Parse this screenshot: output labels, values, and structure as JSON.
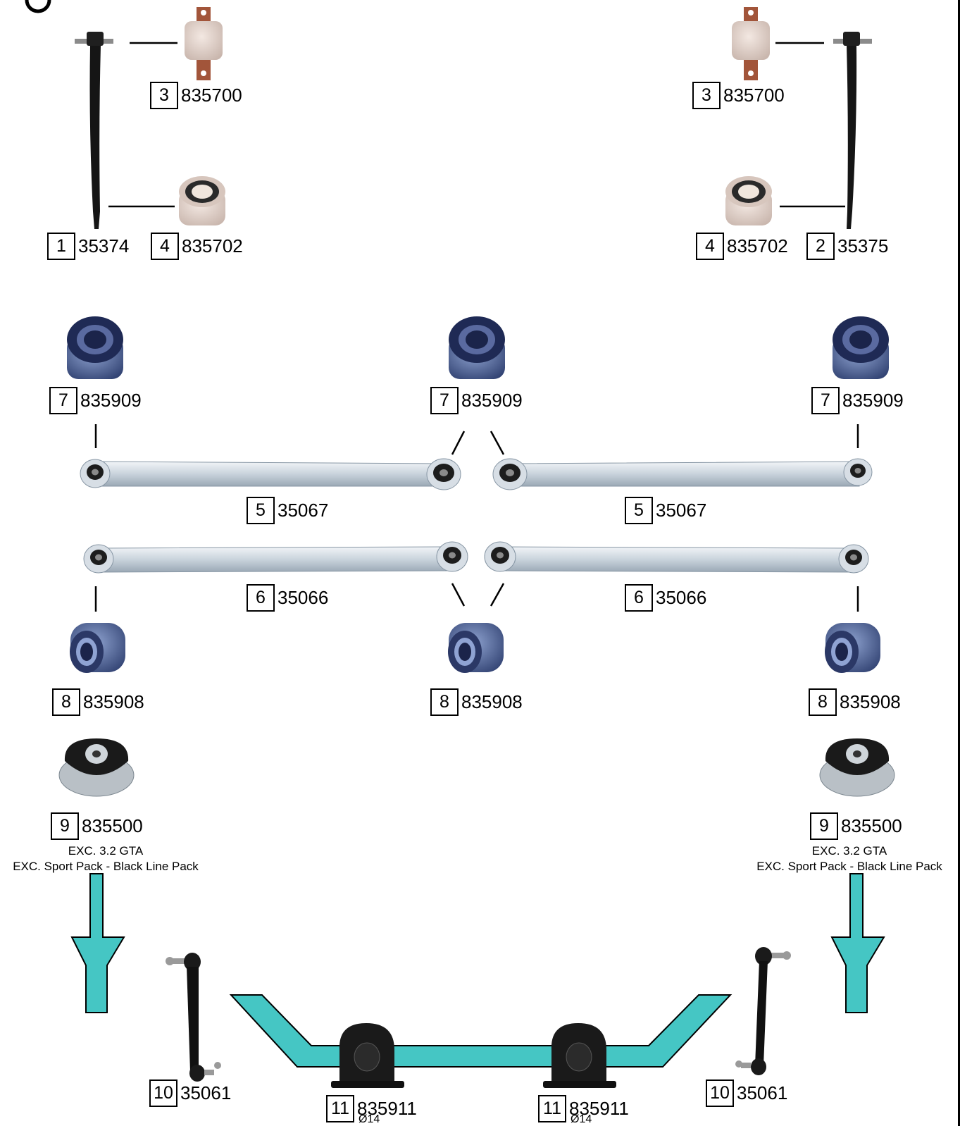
{
  "parts": [
    {
      "num": "1",
      "code": "35374"
    },
    {
      "num": "2",
      "code": "35375"
    },
    {
      "num": "3",
      "code": "835700"
    },
    {
      "num": "4",
      "code": "835702"
    },
    {
      "num": "5",
      "code": "35067"
    },
    {
      "num": "6",
      "code": "35066"
    },
    {
      "num": "7",
      "code": "835909"
    },
    {
      "num": "8",
      "code": "835908"
    },
    {
      "num": "9",
      "code": "835500"
    },
    {
      "num": "10",
      "code": "35061"
    },
    {
      "num": "11",
      "code": "835911"
    }
  ],
  "notes": {
    "exc_line1": "EXC. 3.2 GTA",
    "exc_line2": "EXC. Sport Pack - Black Line Pack",
    "diameter": "Ø14"
  },
  "colors": {
    "arrow": "#45c6c4",
    "bush_cream": "#e6d6cf",
    "bush_blue": "#2b3866",
    "arm_silver": "#d3dbe2",
    "rubber": "#1a1a1a"
  }
}
